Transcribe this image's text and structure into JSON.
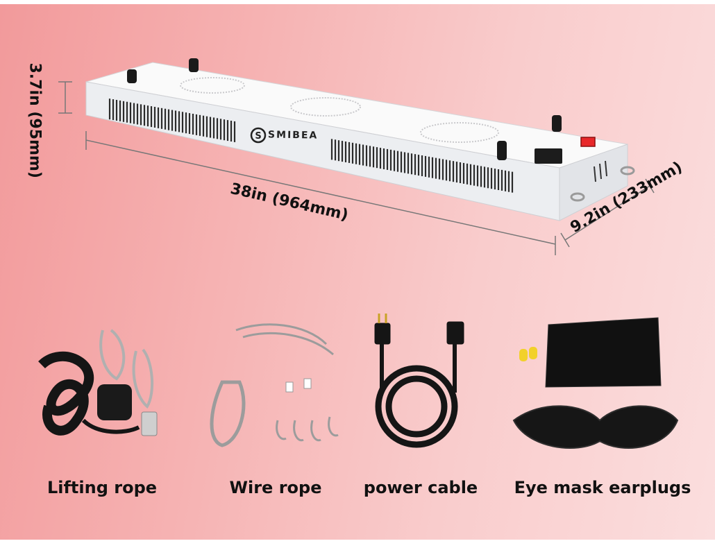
{
  "dimensions": {
    "height": "3.7in (95mm)",
    "length": "38in (964mm)",
    "depth": "9.2in (233mm)"
  },
  "brand": "SMIBEA",
  "accessories": [
    {
      "label": "Lifting rope"
    },
    {
      "label": "Wire rope"
    },
    {
      "label": "power cable"
    },
    {
      "label": "Eye mask earplugs"
    }
  ],
  "colors": {
    "background_start": "#f29a9b",
    "background_end": "#fbdede",
    "panel": "#f3f3f5",
    "switch": "#e8282a",
    "text": "#111111"
  }
}
